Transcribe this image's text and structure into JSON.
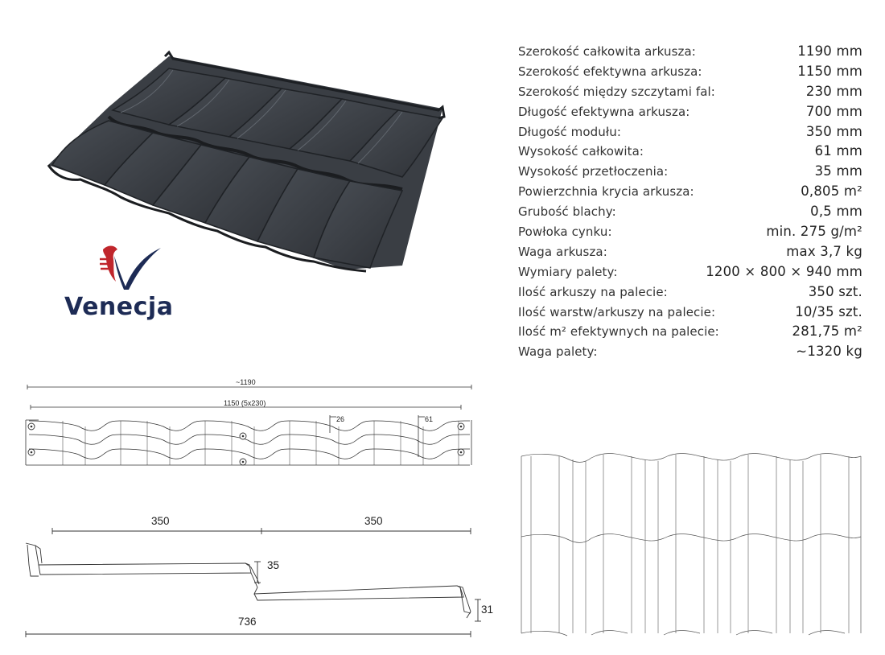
{
  "specs": [
    {
      "label": "Szerokość całkowita arkusza:",
      "value": "1190 mm"
    },
    {
      "label": "Szerokość efektywna arkusza:",
      "value": "1150 mm"
    },
    {
      "label": "Szerokość między szczytami fal:",
      "value": "230 mm"
    },
    {
      "label": "Długość efektywna arkusza:",
      "value": "700 mm"
    },
    {
      "label": "Długość modułu:",
      "value": "350 mm"
    },
    {
      "label": "Wysokość całkowita:",
      "value": "61 mm"
    },
    {
      "label": "Wysokość przetłoczenia:",
      "value": "35 mm"
    },
    {
      "label": "Powierzchnia krycia arkusza:",
      "value": "0,805 m²"
    },
    {
      "label": "Grubość blachy:",
      "value": "0,5 mm"
    },
    {
      "label": "Powłoka cynku:",
      "value": "min. 275 g/m²"
    },
    {
      "label": "Waga arkusza:",
      "value": "max 3,7 kg"
    },
    {
      "label": "Wymiary palety:",
      "value": "1200 × 800 × 940 mm"
    },
    {
      "label": "Ilość arkuszy na palecie:",
      "value": "350 szt."
    },
    {
      "label": "Ilość warstw/arkuszy na palecie:",
      "value": "10/35 szt."
    },
    {
      "label": "Ilość m² efektywnych na palecie:",
      "value": "281,75 m²"
    },
    {
      "label": "Waga palety:",
      "value": "~1320 kg"
    }
  ],
  "logo": {
    "text": "Venecja",
    "primary_color": "#1d2b55",
    "accent_color": "#c0262c"
  },
  "profile_drawing": {
    "total_width_label": "~1190",
    "effective_width_label": "1150 (5x230)",
    "dim_26": "26",
    "dim_61": "61"
  },
  "side_drawing": {
    "module_left": "350",
    "module_right": "350",
    "step_height": "35",
    "end_height": "31",
    "total_length": "736"
  },
  "colors": {
    "roof": "#3b3f45",
    "roof_dark": "#25282c",
    "roof_light": "#5a5f66",
    "line": "#333333"
  }
}
